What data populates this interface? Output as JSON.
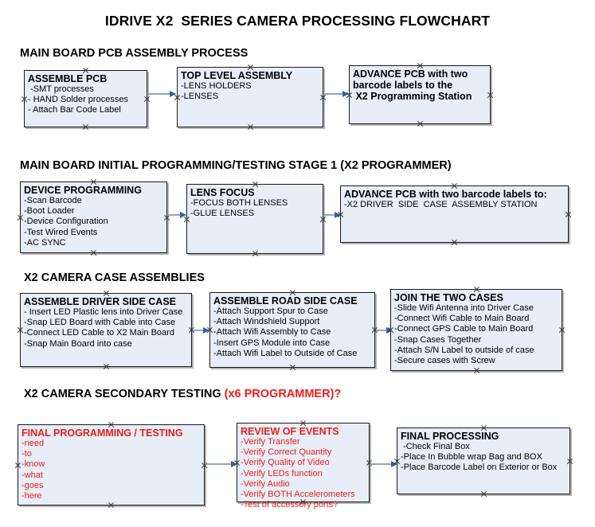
{
  "title": "IDRIVE X2  SERIES CAMERA PROCESSING FLOWCHART",
  "sections": [
    {
      "id": "main-board-pcb-assembly-process",
      "title": "MAIN BOARD PCB ASSEMBLY PROCESS",
      "title_accent": "",
      "nodes": [
        {
          "id": "assemble-pcb",
          "title": "ASSEMBLE PCB",
          "lines": [
            " -SMT processes",
            "- HAND Solder processes",
            "- Attach Bar Code Label"
          ]
        },
        {
          "id": "top-level-assembly",
          "title": "TOP LEVEL ASSEMBLY",
          "lines": [
            "-LENS HOLDERS",
            "-LENSES"
          ]
        },
        {
          "id": "advance-pcb-to-x2-programming-station",
          "title": "ADVANCE PCB with two",
          "lines": [
            "barcode labels to the",
            " X2 Programming Station"
          ]
        }
      ]
    },
    {
      "id": "main-board-initial-programming-testing-stage-1",
      "title": "MAIN BOARD INITIAL PROGRAMMING/TESTING STAGE 1 (X2 PROGRAMMER)",
      "title_accent": "",
      "nodes": [
        {
          "id": "device-programming",
          "title": "DEVICE PROGRAMMING",
          "lines": [
            "-Scan Barcode",
            "-Boot Loader",
            "-Device Configuration",
            "-Test Wired Events",
            "-AC SYNC"
          ]
        },
        {
          "id": "lens-focus",
          "title": "LENS FOCUS",
          "lines": [
            "-FOCUS BOTH LENSES",
            "-GLUE LENSES"
          ]
        },
        {
          "id": "advance-pcb-to-driver-side-case-assembly",
          "title": "ADVANCE PCB with two barcode labels to:",
          "lines": [
            "-X2 DRIVER  SIDE  CASE  ASSEMBLY STATION"
          ]
        }
      ]
    },
    {
      "id": "x2-camera-case-assemblies",
      "title": "X2 CAMERA CASE ASSEMBLIES",
      "title_accent": "",
      "nodes": [
        {
          "id": "assemble-driver-side-case",
          "title": "ASSEMBLE DRIVER SIDE CASE",
          "lines": [
            "- Insert LED Plastic lens into Driver Case",
            "-Snap LED Board with Cable into Case",
            "-Connect LED Cable to X2 Main Board",
            "-Snap Main Board into case"
          ]
        },
        {
          "id": "assemble-road-side-case",
          "title": "ASSEMBLE ROAD SIDE CASE",
          "lines": [
            "-Attach Support Spur to Case",
            "-Attach Windshield Support",
            "-Attach Wifi Assembly to Case",
            "-Insert GPS Module into Case",
            "-Attach Wifi Label to Outside of Case"
          ]
        },
        {
          "id": "join-the-two-cases",
          "title": "JOIN THE TWO CASES",
          "lines": [
            "-Slide Wifi Antenna into Driver Case",
            "-Connect Wifi Cable to Main Board",
            "-Connect GPS Cable to Main Board",
            "-Snap Cases Together",
            "-Attach S/N Label to outside of case",
            "-Secure cases with Screw"
          ]
        }
      ]
    },
    {
      "id": "x2-camera-secondary-testing",
      "title": "X2 CAMERA SECONDARY TESTING ",
      "title_accent": "(x6 PROGRAMMER)?",
      "nodes": [
        {
          "id": "final-programming-testing",
          "title": "FINAL PROGRAMMING / TESTING",
          "lines": [
            "-need",
            "-to",
            "-know",
            "-what",
            "-goes",
            "-here"
          ]
        },
        {
          "id": "review-of-events",
          "title": "REVIEW OF EVENTS",
          "lines": [
            "-Verify Transfer",
            "-Verify Correct Quantity",
            "-Verify Quality of Video",
            "-Verify LEDs function",
            "-Verify Audio",
            "-Verify BOTH Accelerometers",
            "-Test of accessory ports?"
          ]
        },
        {
          "id": "final-processing",
          "title": "FINAL PROCESSING",
          "lines": [
            " -Check Final Box",
            "-Place In Bubble wrap Bag and BOX",
            "-Place Barcode Label on Exterior or Box"
          ]
        }
      ]
    }
  ],
  "colors": {
    "node_fill": "#e8eef7",
    "node_border": "#1a1a1a",
    "connector_line": "#8ba8c4",
    "connector_arrow": "#2f5fa8",
    "accent_red": "#e8201c",
    "text": "#000000"
  }
}
